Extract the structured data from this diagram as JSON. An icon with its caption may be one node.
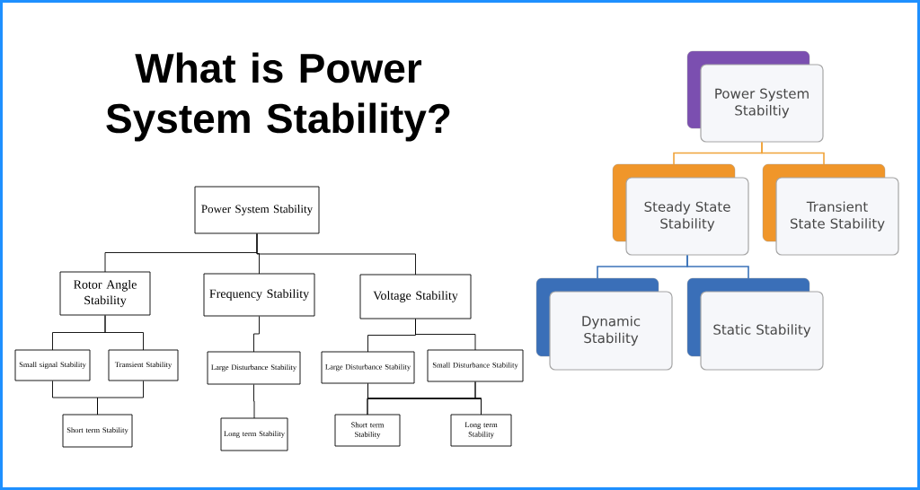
{
  "diagram": {
    "title": "What is Power System Stability?",
    "nodes": [
      {
        "text": [
          "Power System Stability"
        ]
      },
      {
        "text": [
          "Rotor Angle Stability"
        ]
      },
      {
        "text": [
          "Frequency Stability"
        ]
      },
      {
        "text": [
          "Voltage Stability"
        ]
      },
      {
        "text": [
          "Small signal Stability"
        ]
      },
      {
        "text": [
          "Transient Stability"
        ]
      },
      {
        "text": [
          "Large Disturbance Stability"
        ]
      },
      {
        "text": [
          "Large Disturbance Stability"
        ]
      },
      {
        "text": [
          "Small Disturbance Stability"
        ]
      },
      {
        "text": [
          "Short term Stability"
        ]
      },
      {
        "text": [
          "Long term Stability"
        ]
      },
      {
        "text": [
          "Short term Stability"
        ]
      },
      {
        "text": [
          "Long term Stability"
        ]
      },
      {
        "text": [
          "Power System Stabiltiy"
        ]
      },
      {
        "text": [
          "Steady State Stability"
        ]
      },
      {
        "text": [
          "Transient State Stability"
        ]
      },
      {
        "text": [
          "Dynamic Stability"
        ]
      },
      {
        "text": [
          "Static Stability"
        ]
      }
    ],
    "edges": [
      {
        "from": 0,
        "to": 1,
        "arrow": "none"
      },
      {
        "from": 0,
        "to": 2,
        "arrow": "none"
      },
      {
        "from": 0,
        "to": 3,
        "arrow": "none"
      },
      {
        "from": 1,
        "to": 4,
        "arrow": "none"
      },
      {
        "from": 1,
        "to": 5,
        "arrow": "none"
      },
      {
        "from": 4,
        "to": 9,
        "arrow": "none"
      },
      {
        "from": 5,
        "to": 9,
        "arrow": "none"
      },
      {
        "from": 2,
        "to": 6,
        "arrow": "none"
      },
      {
        "from": 6,
        "to": 10,
        "arrow": "none"
      },
      {
        "from": 3,
        "to": 7,
        "arrow": "none"
      },
      {
        "from": 3,
        "to": 8,
        "arrow": "none"
      },
      {
        "from": 7,
        "to": 11,
        "arrow": "none"
      },
      {
        "from": 7,
        "to": 12,
        "arrow": "none"
      },
      {
        "from": 8,
        "to": 11,
        "arrow": "none"
      },
      {
        "from": 8,
        "to": 12,
        "arrow": "none"
      },
      {
        "from": 13,
        "to": 14,
        "arrow": "none",
        "color": "#f0a33a"
      },
      {
        "from": 13,
        "to": 15,
        "arrow": "none",
        "color": "#f0a33a"
      },
      {
        "from": 14,
        "to": 16,
        "arrow": "none",
        "color": "#3b73b9"
      },
      {
        "from": 14,
        "to": 17,
        "arrow": "none",
        "color": "#3b73b9"
      }
    ]
  }
}
